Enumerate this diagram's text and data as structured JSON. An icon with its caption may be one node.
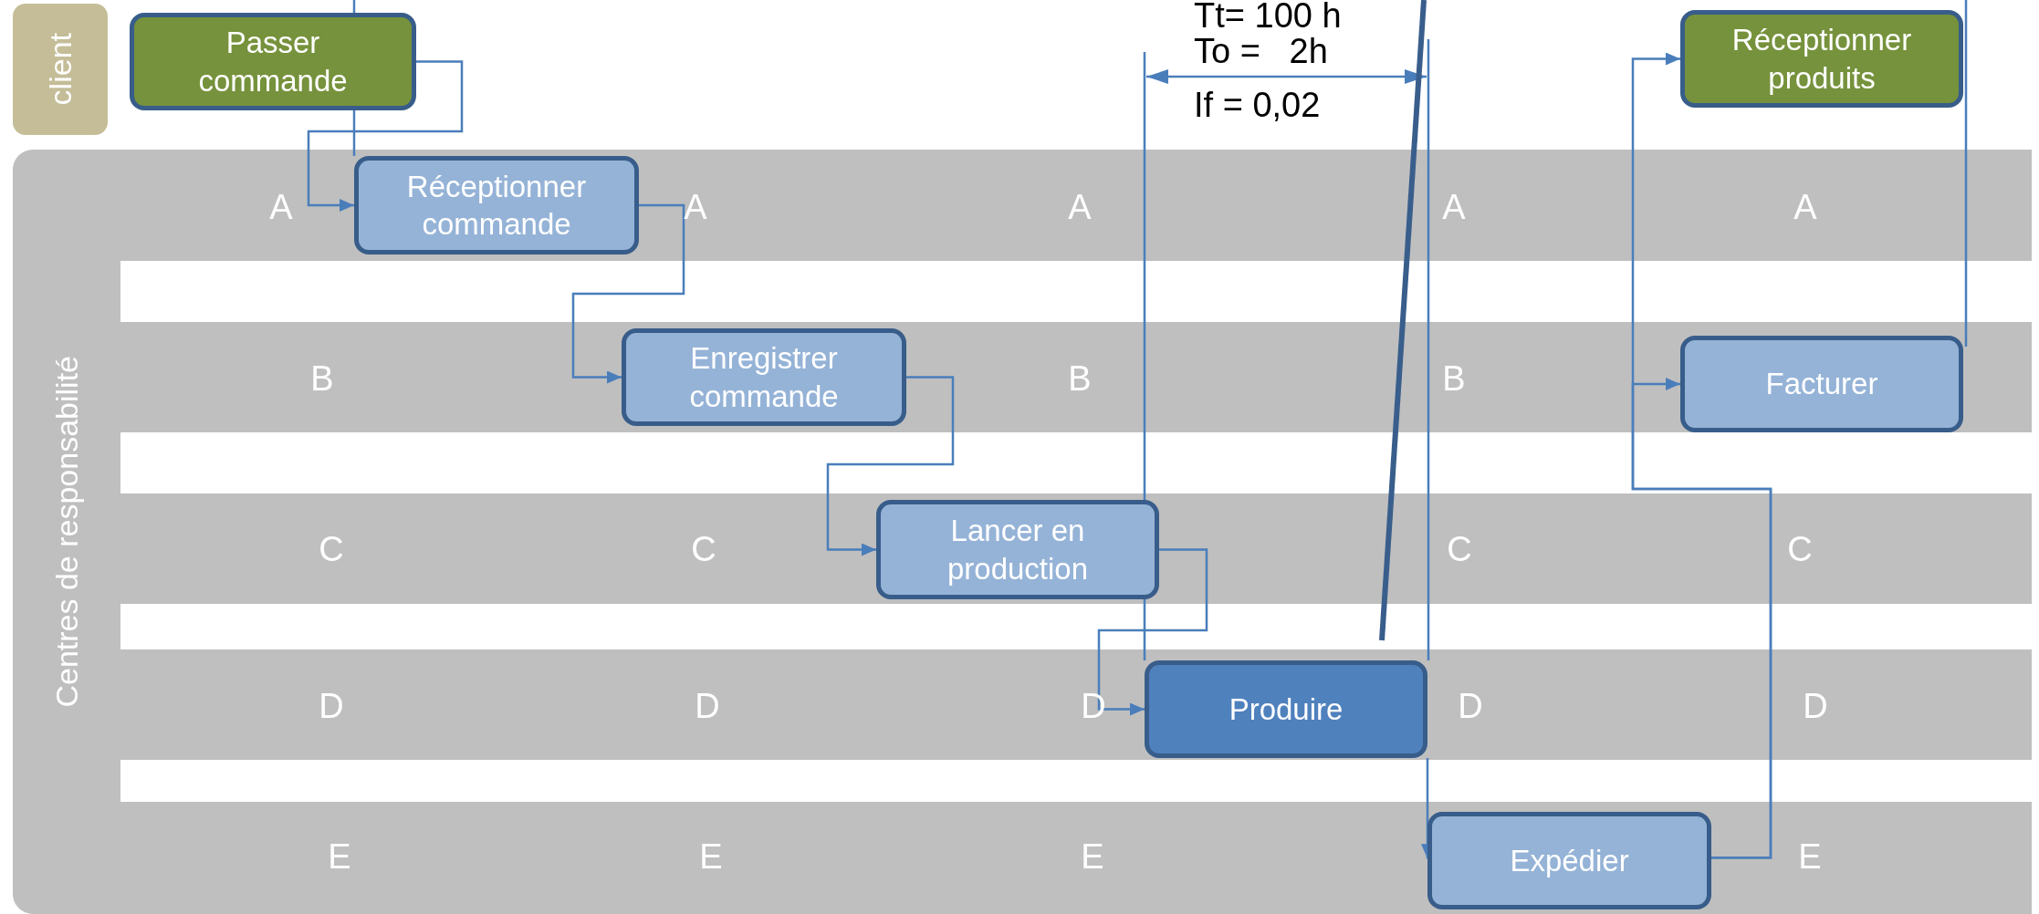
{
  "diagram": {
    "nodes": [
      {
        "text": [
          "client"
        ]
      },
      {
        "text": [
          "Passer commande"
        ]
      },
      {
        "text": [
          "Réceptionner produits"
        ]
      },
      {
        "text": [
          "Centres de responsabilité"
        ]
      },
      {
        "text": [
          "Réceptionner commande"
        ]
      },
      {
        "text": [
          "Enregistrer commande"
        ]
      },
      {
        "text": [
          "Facturer"
        ]
      },
      {
        "text": [
          "Lancer en production"
        ]
      },
      {
        "text": [
          "Produire"
        ]
      },
      {
        "text": [
          "Expédier"
        ]
      }
    ],
    "edges": [
      {
        "from": 1,
        "to": 4,
        "arrow": "to"
      },
      {
        "from": 4,
        "to": 5,
        "arrow": "to"
      },
      {
        "from": 5,
        "to": 7,
        "arrow": "to"
      },
      {
        "from": 7,
        "to": 8,
        "arrow": "to"
      },
      {
        "from": 8,
        "to": 9,
        "arrow": "to"
      },
      {
        "from": 9,
        "to": 6,
        "arrow": "to"
      },
      {
        "from": 9,
        "to": 2,
        "arrow": "to"
      }
    ],
    "labels": [
      "Tt= 100 h",
      "To =   2h",
      "If = 0,02",
      "A",
      "A",
      "A",
      "A",
      "A",
      "B",
      "B",
      "B",
      "C",
      "C",
      "C",
      "C",
      "D",
      "D",
      "D",
      "D",
      "D",
      "E",
      "E",
      "E",
      "E"
    ]
  }
}
